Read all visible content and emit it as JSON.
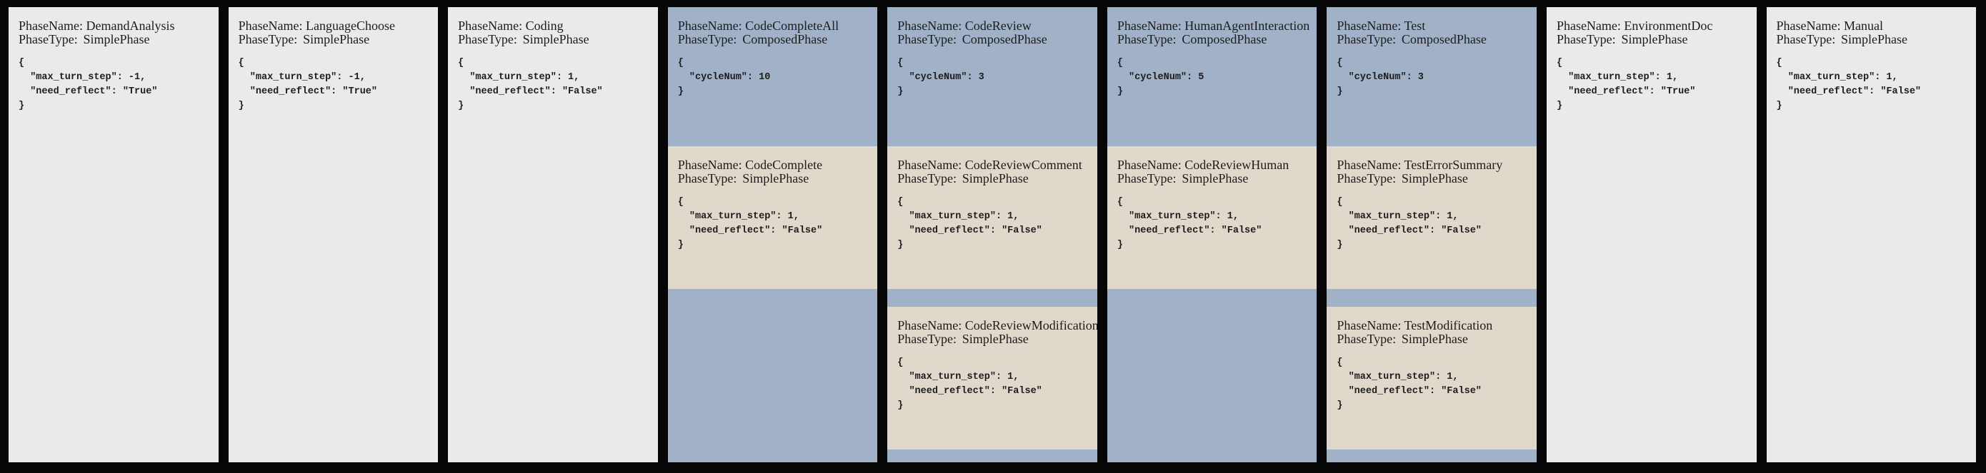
{
  "labels": {
    "phase_name": "PhaseName:",
    "phase_type": "PhaseType:"
  },
  "colors": {
    "background": "#060606",
    "simple_phase_bg": "#e8ebe9",
    "composed_phase_bg": "#a1b1c8",
    "nested_phase_bg": "#e0d9cb",
    "text": "#1c1c1c"
  },
  "phases": [
    {
      "name": "DemandAnalysis",
      "type": "SimplePhase",
      "config": "{\n  \"max_turn_step\": -1,\n  \"need_reflect\": \"True\"\n}"
    },
    {
      "name": "LanguageChoose",
      "type": "SimplePhase",
      "config": "{\n  \"max_turn_step\": -1,\n  \"need_reflect\": \"True\"\n}"
    },
    {
      "name": "Coding",
      "type": "SimplePhase",
      "config": "{\n  \"max_turn_step\": 1,\n  \"need_reflect\": \"False\"\n}"
    },
    {
      "name": "CodeCompleteAll",
      "type": "ComposedPhase",
      "config": "{\n  \"cycleNum\": 10\n}",
      "sub_phases": [
        {
          "name": "CodeComplete",
          "type": "SimplePhase",
          "config": "{\n  \"max_turn_step\": 1,\n  \"need_reflect\": \"False\"\n}"
        }
      ]
    },
    {
      "name": "CodeReview",
      "type": "ComposedPhase",
      "config": "{\n  \"cycleNum\": 3\n}",
      "sub_phases": [
        {
          "name": "CodeReviewComment",
          "type": "SimplePhase",
          "config": "{\n  \"max_turn_step\": 1,\n  \"need_reflect\": \"False\"\n}"
        },
        {
          "name": "CodeReviewModification",
          "type": "SimplePhase",
          "config": "{\n  \"max_turn_step\": 1,\n  \"need_reflect\": \"False\"\n}"
        }
      ]
    },
    {
      "name": "HumanAgentInteraction",
      "type": "ComposedPhase",
      "config": "{\n  \"cycleNum\": 5\n}",
      "sub_phases": [
        {
          "name": "CodeReviewHuman",
          "type": "SimplePhase",
          "config": "{\n  \"max_turn_step\": 1,\n  \"need_reflect\": \"False\"\n}"
        }
      ]
    },
    {
      "name": "Test",
      "type": "ComposedPhase",
      "config": "{\n  \"cycleNum\": 3\n}",
      "sub_phases": [
        {
          "name": "TestErrorSummary",
          "type": "SimplePhase",
          "config": "{\n  \"max_turn_step\": 1,\n  \"need_reflect\": \"False\"\n}"
        },
        {
          "name": "TestModification",
          "type": "SimplePhase",
          "config": "{\n  \"max_turn_step\": 1,\n  \"need_reflect\": \"False\"\n}"
        }
      ]
    },
    {
      "name": "EnvironmentDoc",
      "type": "SimplePhase",
      "config": "{\n  \"max_turn_step\": 1,\n  \"need_reflect\": \"True\"\n}"
    },
    {
      "name": "Manual",
      "type": "SimplePhase",
      "config": "{\n  \"max_turn_step\": 1,\n  \"need_reflect\": \"False\"\n}"
    }
  ]
}
